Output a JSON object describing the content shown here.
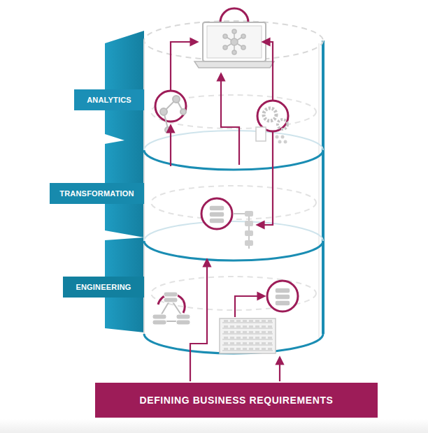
{
  "diagram": {
    "nodes": [
      {
        "text": [
          "ANALYTICS"
        ]
      },
      {
        "text": [
          "TRANSFORMATION"
        ]
      },
      {
        "text": [
          "ENGINEERING"
        ]
      },
      {
        "text": [
          "DEFINING BUSINESS REQUIREMENTS"
        ]
      }
    ]
  }
}
